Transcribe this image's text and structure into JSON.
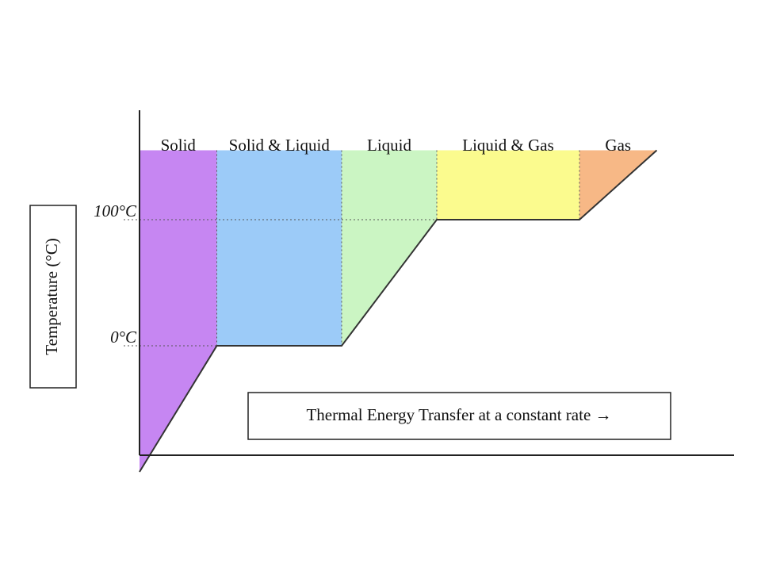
{
  "chart_data": {
    "type": "area",
    "title": "",
    "xlabel": "Thermal Energy Transfer at a constant rate →",
    "ylabel": "Temperature (°C)",
    "y_ticks": [
      {
        "value": 0,
        "label": "0°C"
      },
      {
        "value": 100,
        "label": "100°C"
      }
    ],
    "xlim": [
      0,
      100
    ],
    "ylim": [
      -100,
      155
    ],
    "heating_curve": {
      "x": [
        0,
        13,
        34,
        50,
        74,
        87
      ],
      "y": [
        -100,
        0,
        0,
        100,
        100,
        155
      ]
    },
    "phases": [
      {
        "label": "Solid",
        "x_start": 0,
        "x_end": 13,
        "color": "#c686f2"
      },
      {
        "label": "Solid & Liquid",
        "x_start": 13,
        "x_end": 34,
        "color": "#9ccbf8"
      },
      {
        "label": "Liquid",
        "x_start": 34,
        "x_end": 50,
        "color": "#cbf5c3"
      },
      {
        "label": "Liquid & Gas",
        "x_start": 50,
        "x_end": 74,
        "color": "#fbfb8e"
      },
      {
        "label": "Gas",
        "x_start": 74,
        "x_end": 87,
        "color": "#f7b886"
      }
    ]
  }
}
